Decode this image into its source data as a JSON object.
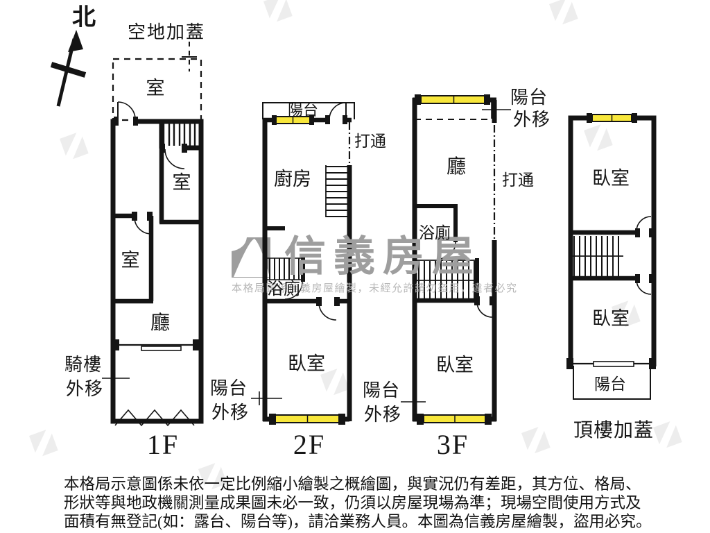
{
  "colors": {
    "wall": "#141414",
    "window": "#f8e73b",
    "watermark_gray": "#9e9e9e",
    "watermark_light": "#b7b7b7",
    "chevron": "#ededed"
  },
  "compass": {
    "label": "北"
  },
  "floor1": {
    "name": "1F",
    "annex_label": "空地加蓋",
    "rooms": {
      "annex_room": "室",
      "room_right": "室",
      "room_left": "室",
      "living": "廳"
    },
    "arcade_note_line1": "騎樓",
    "arcade_note_line2": "外移"
  },
  "floor2": {
    "name": "2F",
    "balcony": "陽台",
    "kitchen": "廚房",
    "bath": "浴廁",
    "bedroom": "臥室",
    "open_note": "打通",
    "balcony_note_line1": "陽台",
    "balcony_note_line2": "外移"
  },
  "floor3": {
    "name": "3F",
    "living": "廳",
    "bath": "浴廁",
    "bedroom": "臥室",
    "open_note": "打通",
    "balcony_note_top_line1": "陽台",
    "balcony_note_top_line2": "外移",
    "balcony_note_bottom_line1": "陽台",
    "balcony_note_bottom_line2": "外移"
  },
  "roof": {
    "name": "頂樓加蓋",
    "bedroom_top": "臥室",
    "bedroom_bottom": "臥室",
    "balcony": "陽台"
  },
  "watermark": {
    "brand": "信義房屋",
    "notice": "本格局圖係信義房屋繪製，未經允許請勿盜用，違者必究"
  },
  "disclaimer": {
    "line1": "本格局示意圖係未依一定比例縮小繪製之概繪圖，與實況仍有差距，其方位、格局、",
    "line2": "形狀等與地政機關測量成果圖未必一致，仍須以房屋現場為準；現場空間使用方式及",
    "line3": "面積有無登記(如：露台、陽台等)，請洽業務人員。本圖為信義房屋繪製，盜用必究。"
  }
}
